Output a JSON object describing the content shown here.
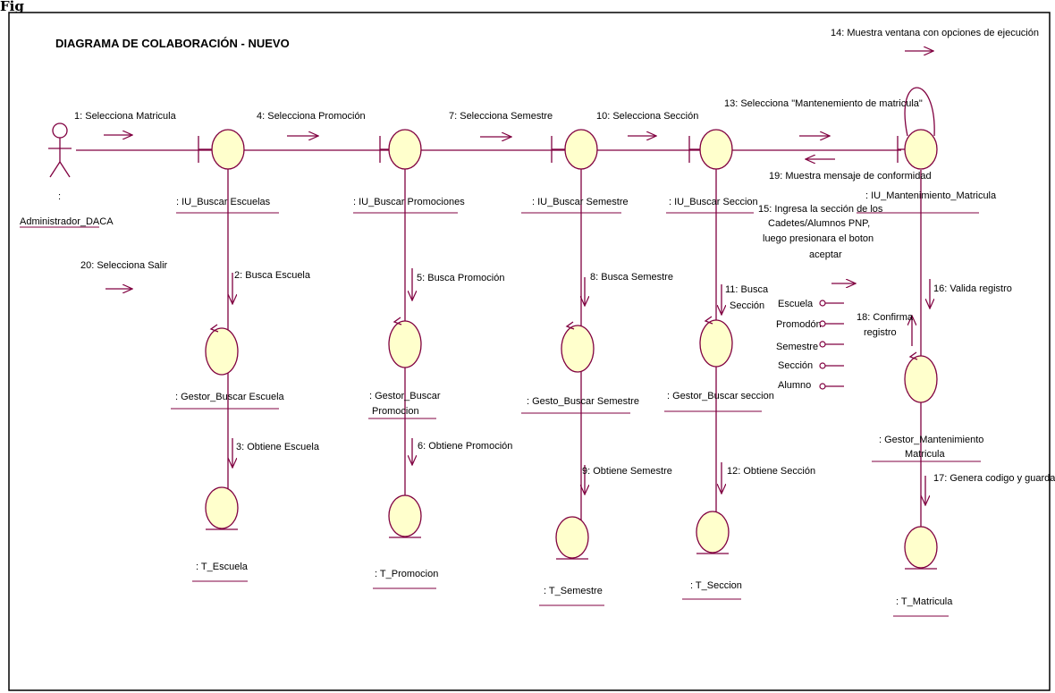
{
  "figure_caption": "Fig",
  "title": "DIAGRAMA DE COLABORACIÓN - NUEVO",
  "colors": {
    "object_fill": "#FFFFCC",
    "line": "#800040",
    "text": "#000000",
    "underline": "#800040"
  },
  "actor": {
    "label_colon": ":",
    "label": "Administrador_DACA"
  },
  "objects": [
    {
      "id": "iu_escuelas",
      "kind": "boundary",
      "label": ": IU_Buscar Escuelas"
    },
    {
      "id": "iu_promociones",
      "kind": "boundary",
      "label": ": IU_Buscar Promociones"
    },
    {
      "id": "iu_semestre",
      "kind": "boundary",
      "label": ": IU_Buscar Semestre"
    },
    {
      "id": "iu_seccion",
      "kind": "boundary",
      "label": ": IU_Buscar Seccion"
    },
    {
      "id": "iu_mantenimiento",
      "kind": "boundary",
      "label": ": IU_Mantenimiento_Matricula"
    },
    {
      "id": "gestor_escuela",
      "kind": "control",
      "label": ": Gestor_Buscar Escuela"
    },
    {
      "id": "gestor_promocion",
      "kind": "control",
      "label_lines": [
        ": Gestor_Buscar",
        "Promocion"
      ]
    },
    {
      "id": "gestor_semestre",
      "kind": "control",
      "label": ": Gesto_Buscar Semestre"
    },
    {
      "id": "gestor_seccion",
      "kind": "control",
      "label": ": Gestor_Buscar seccion"
    },
    {
      "id": "gestor_mantenimiento",
      "kind": "control",
      "label_lines": [
        ": Gestor_Mantenimiento",
        "Matricula"
      ]
    },
    {
      "id": "t_escuela",
      "kind": "entity",
      "label": ": T_Escuela"
    },
    {
      "id": "t_promocion",
      "kind": "entity",
      "label": ": T_Promocion"
    },
    {
      "id": "t_semestre",
      "kind": "entity",
      "label": ": T_Semestre"
    },
    {
      "id": "t_seccion",
      "kind": "entity",
      "label": ": T_Seccion"
    },
    {
      "id": "t_matricula",
      "kind": "entity",
      "label": ": T_Matricula"
    }
  ],
  "messages": {
    "m1": "1: Selecciona Matricula",
    "m2": "2: Busca Escuela",
    "m3": "3: Obtiene Escuela",
    "m4": "4: Selecciona Promoción",
    "m5": "5: Busca Promoción",
    "m6": "6: Obtiene Promoción",
    "m7": "7: Selecciona Semestre",
    "m8": "8: Busca Semestre",
    "m9": "9: Obtiene Semestre",
    "m10": "10: Selecciona Sección",
    "m11": [
      "11: Busca",
      "Sección"
    ],
    "m12": "12: Obtiene Sección",
    "m13": "13: Selecciona \"Mantenemiento de matricula\"",
    "m14": "14: Muestra ventana con opciones de ejecución",
    "m15": [
      "15: Ingresa la sección de los",
      "Cadetes/Alumnos PNP,",
      "luego presionara el boton",
      "aceptar"
    ],
    "m16": "16: Valida registro",
    "m17": "17: Genera codigo y guarda",
    "m18": [
      "18: Confirma",
      "registro"
    ],
    "m19": "19: Muestra mensaje de conformidad",
    "m20": "20: Selecciona Salir"
  },
  "params": [
    "Escuela",
    "Promodón",
    "Semestre",
    "Sección",
    "Alumno"
  ]
}
